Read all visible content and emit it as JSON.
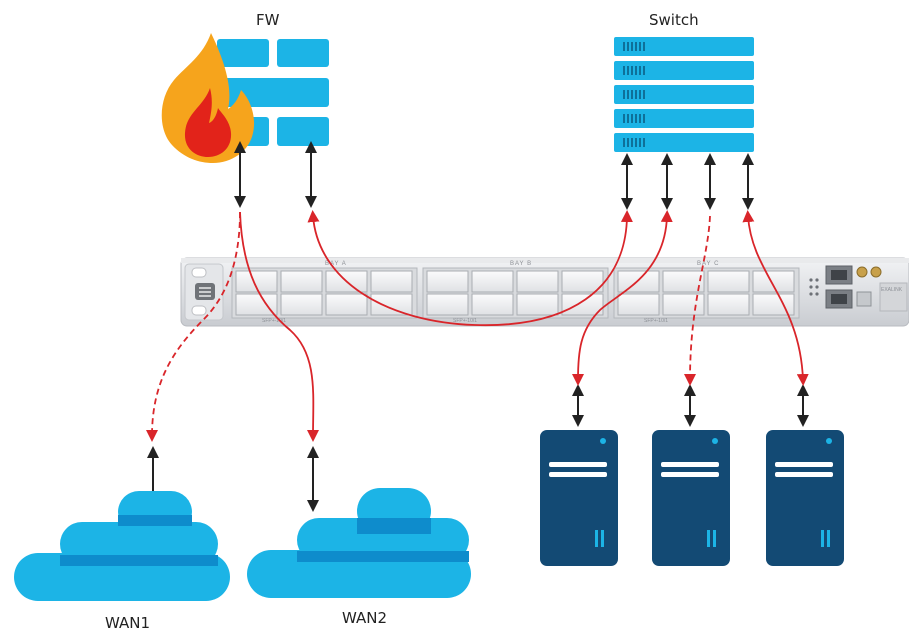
{
  "labels": {
    "firewall": "FW",
    "switch": "Switch",
    "wan1": "WAN1",
    "wan2": "WAN2"
  },
  "appliance": {
    "bays": [
      "BAY A",
      "BAY B",
      "BAY C"
    ],
    "port_group_label": "SFP+-10/1",
    "brand": "EXALINK"
  },
  "icons": {
    "firewall": "firewall-icon",
    "switch": "switch-stack-icon",
    "servers": [
      "server-icon",
      "server-icon",
      "server-icon"
    ],
    "clouds": [
      "cloud-icon",
      "cloud-icon"
    ]
  },
  "colors": {
    "device_blue": "#1cb4e6",
    "server_navy": "#134a74",
    "flame_orange": "#f6a41c",
    "flame_red": "#e2231a",
    "link_red": "#d9252a",
    "link_black": "#222222"
  }
}
